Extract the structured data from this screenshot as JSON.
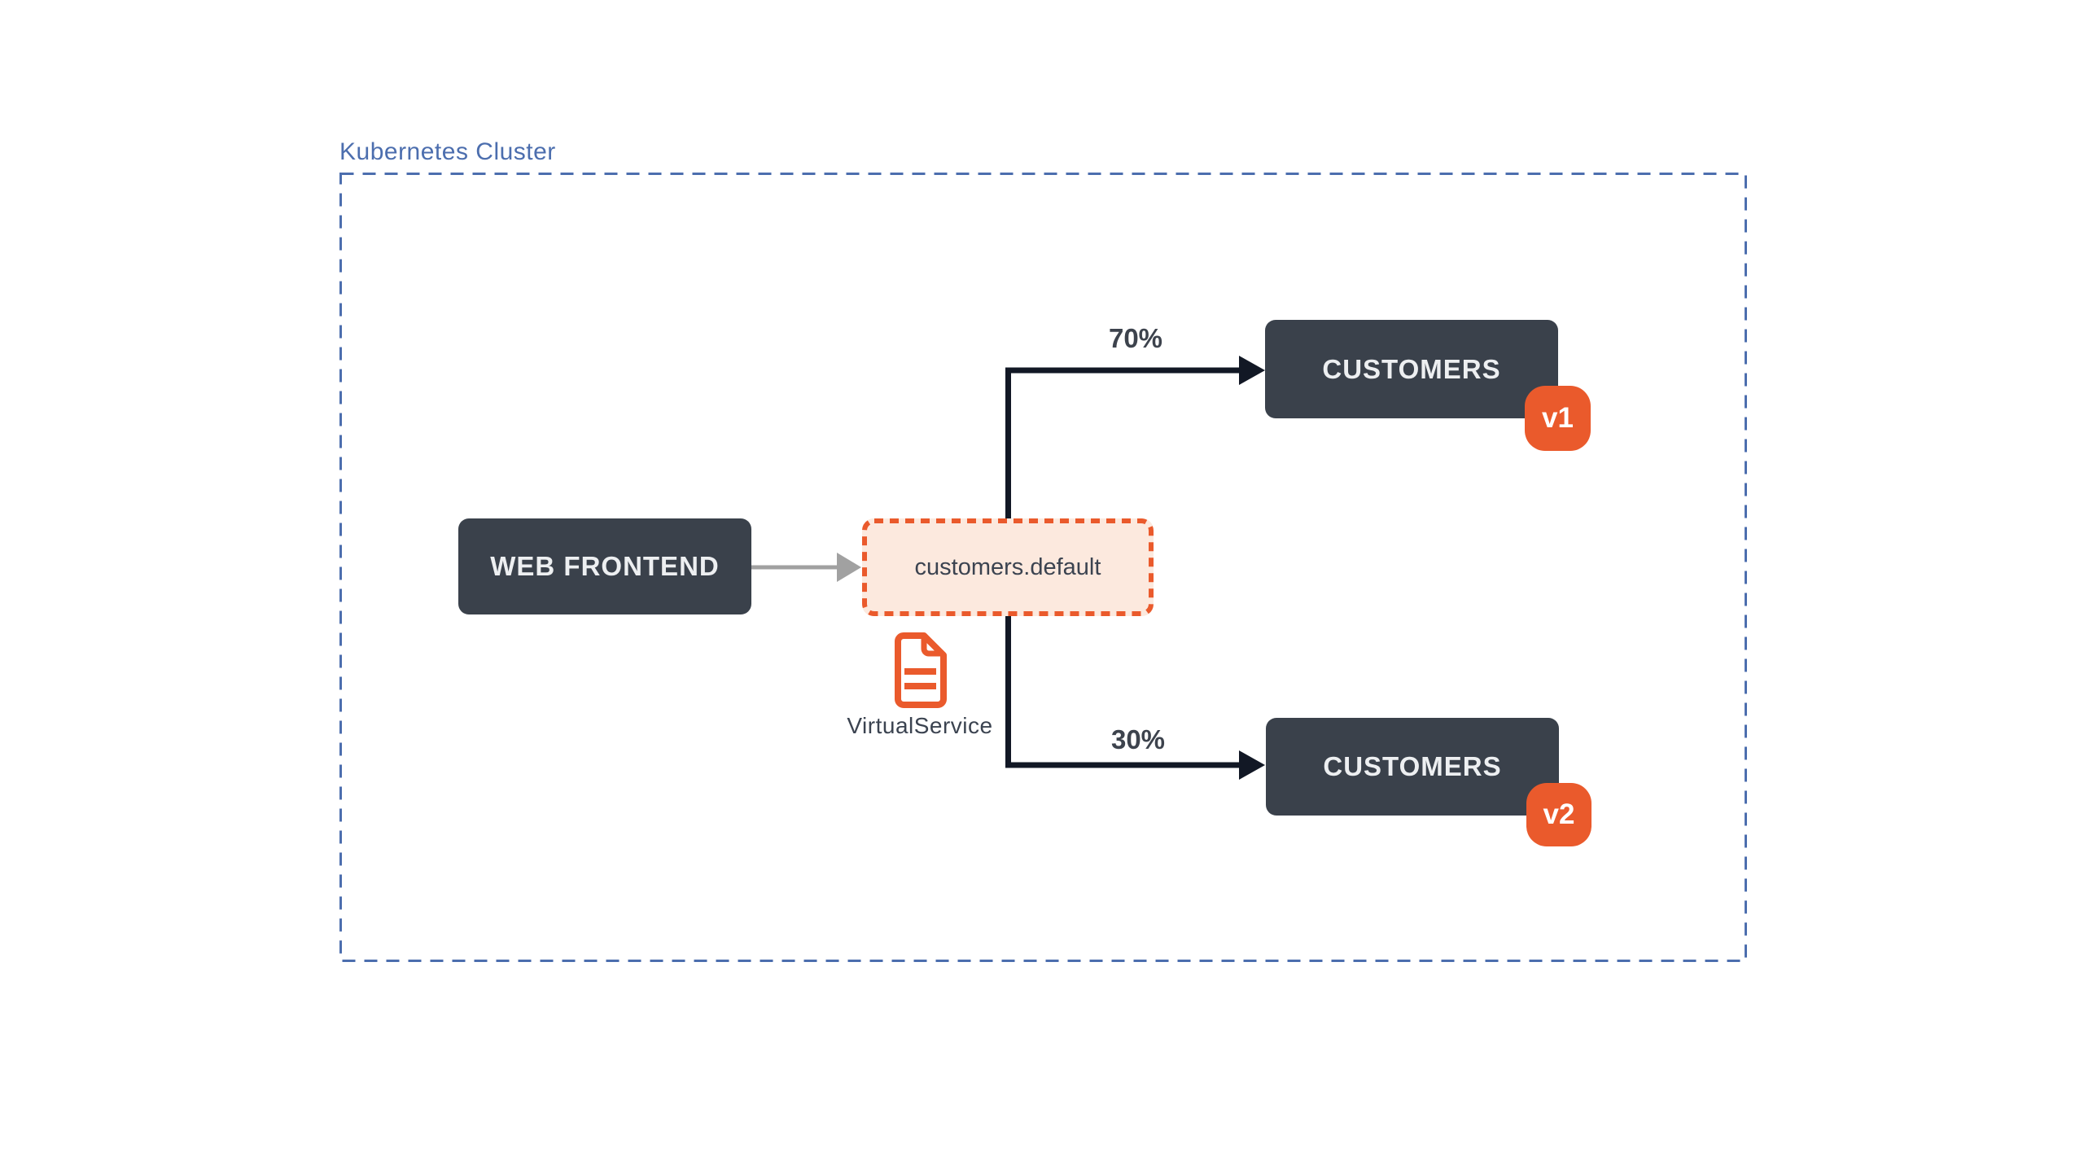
{
  "cluster": {
    "label": "Kubernetes Cluster"
  },
  "nodes": {
    "web_frontend": {
      "label": "WEB FRONTEND"
    },
    "virtual_service": {
      "label": "customers.default",
      "resource_type": "VirtualService",
      "icon": "document-icon"
    },
    "customers_v1": {
      "label": "CUSTOMERS",
      "badge": "v1"
    },
    "customers_v2": {
      "label": "CUSTOMERS",
      "badge": "v2"
    }
  },
  "edges": {
    "frontend_to_service": {
      "from": "web_frontend",
      "to": "virtual_service"
    },
    "service_to_v1": {
      "from": "virtual_service",
      "to": "customers_v1",
      "weight_label": "70%"
    },
    "service_to_v2": {
      "from": "virtual_service",
      "to": "customers_v2",
      "weight_label": "30%"
    }
  },
  "colors": {
    "page_bg": "#FFFFFF",
    "cluster_border": "#4C6EAE",
    "cluster_label": "#4C6EAE",
    "node_dark_bg": "#3A414B",
    "node_dark_text": "#EDEFF1",
    "accent_orange": "#EA5A2C",
    "service_bg": "#FCE9DE",
    "service_text": "#3B4350",
    "edge_dark": "#121825",
    "edge_gray": "#A1A1A1",
    "weight_text": "#3D434D"
  }
}
